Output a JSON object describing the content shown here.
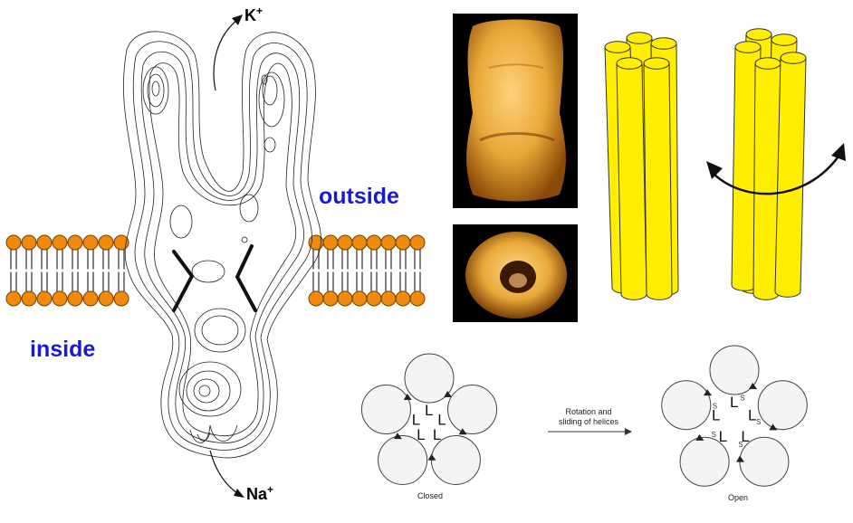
{
  "labels": {
    "outside": "outside",
    "inside": "inside",
    "k_ion": "K",
    "k_charge": "+",
    "na_ion": "Na",
    "na_charge": "+"
  },
  "schematic": {
    "arrow_caption_line1": "Rotation and",
    "arrow_caption_line2": "sliding of helices",
    "closed_caption": "Closed",
    "open_caption": "Open",
    "helix_letter": "L",
    "open_side_letter": "S"
  },
  "colors": {
    "membrane_head": "#f08a0c",
    "membrane_head_stroke": "#7a3d00",
    "helix_fill": "#ffee00",
    "helix_stroke": "#333333",
    "label_blue": "#1a1ad6",
    "photo_bg": "#000000",
    "protein_gold": "#e8a838"
  }
}
